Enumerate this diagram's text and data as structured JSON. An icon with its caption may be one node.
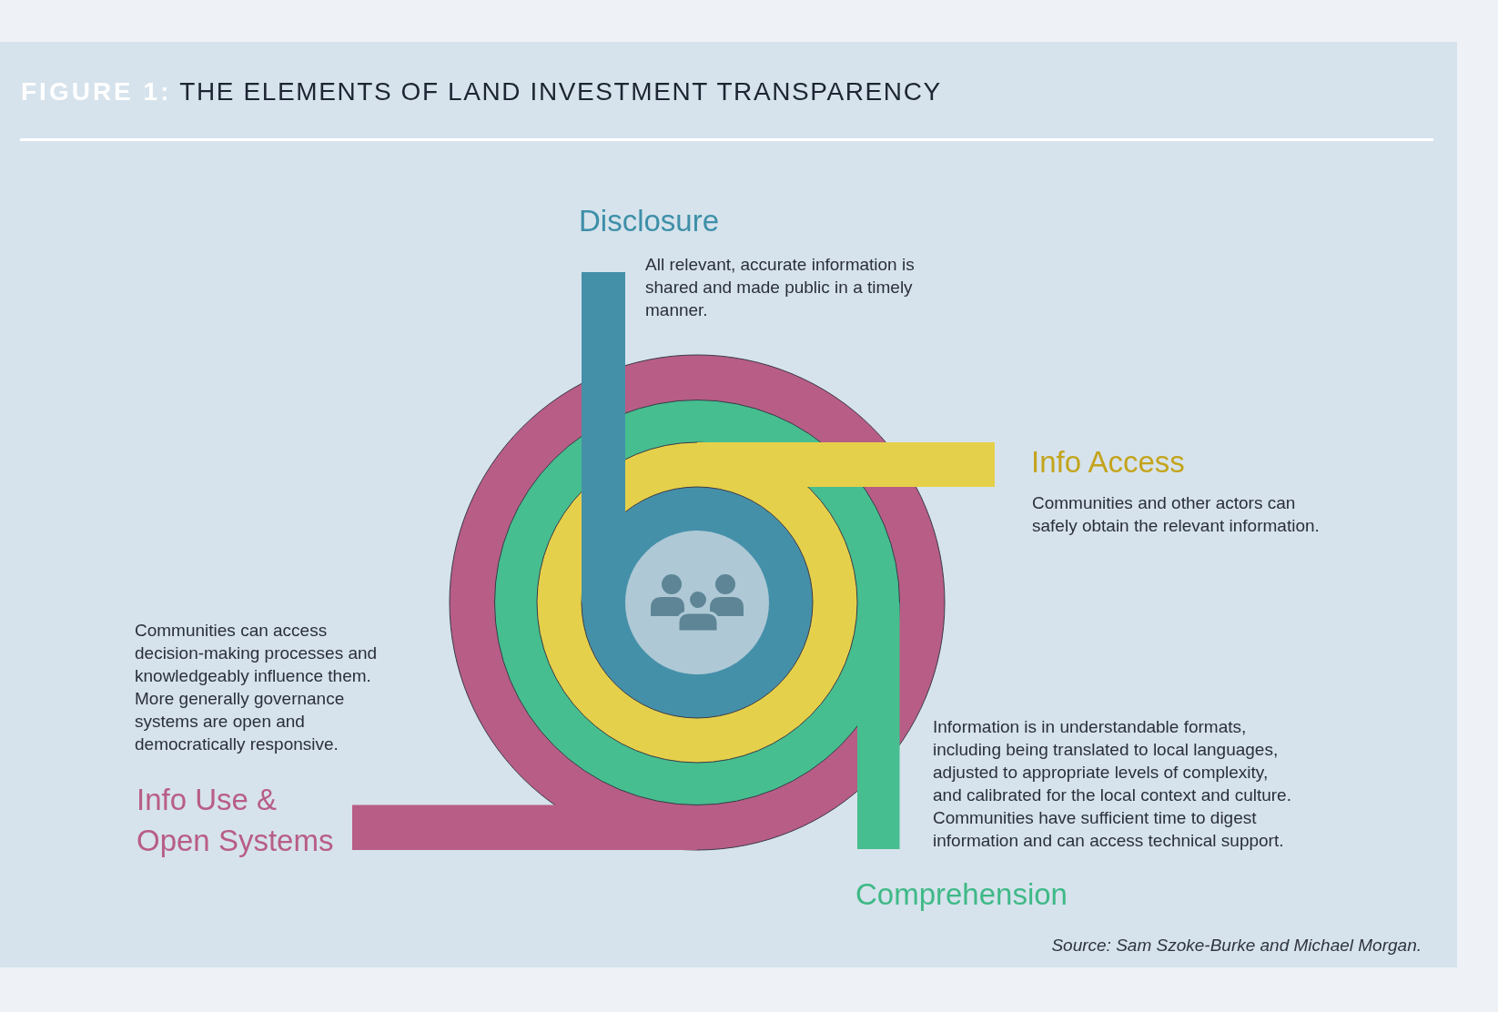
{
  "diagram": {
    "title": "**FIGURE 1:** THE ELEMENTS OF LAND INVESTMENT TRANSPARENCY",
    "caption": "Source: Sam Szoke-Burke and Michael Morgan.",
    "labels": [
      "Disclosure",
      "All relevant, accurate information is shared and made public in a timely manner.",
      "Info Access",
      "Communities and other actors can safely obtain the relevant information.",
      "Communities can access decision-making processes and knowledgeably influence them. More generally governance systems are open and democratically responsive.",
      "Info Use & Open Systems",
      "Information is in understandable formats, including being translated to local languages, adjusted to appropriate levels of complexity, and calibrated for the local context and culture. Communities have sufficient time to digest information and can access technical support.",
      "Comprehension"
    ]
  }
}
